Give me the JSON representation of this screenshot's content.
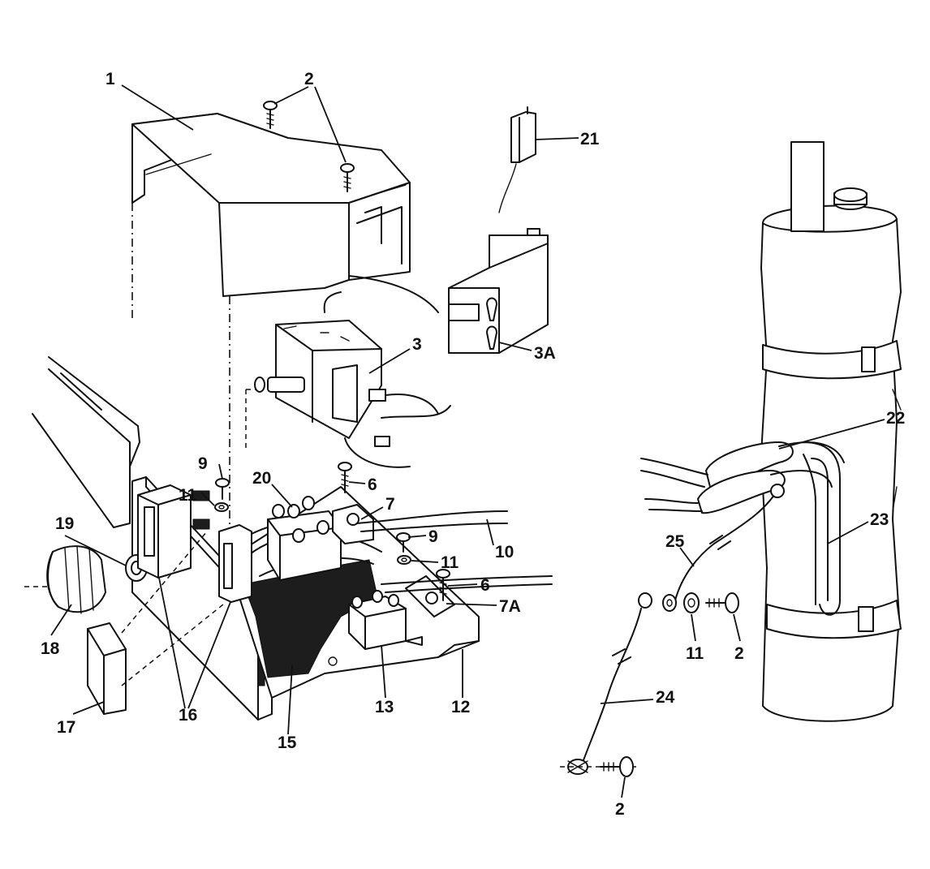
{
  "callouts": {
    "c1": "1",
    "c2_top": "2",
    "c2_right": "2",
    "c2_bottom": "2",
    "c3": "3",
    "c3a": "3A",
    "c6_top": "6",
    "c6_mid": "6",
    "c7": "7",
    "c7a": "7A",
    "c9_left": "9",
    "c9_right": "9",
    "c10": "10",
    "c11_left": "11",
    "c11_mid": "11",
    "c11_right": "11",
    "c12": "12",
    "c13": "13",
    "c15": "15",
    "c16": "16",
    "c17": "17",
    "c18": "18",
    "c19": "19",
    "c20": "20",
    "c21": "21",
    "c22": "22",
    "c23": "23",
    "c24": "24",
    "c25": "25"
  },
  "colors": {
    "ink": "#111111",
    "paper": "#ffffff"
  }
}
